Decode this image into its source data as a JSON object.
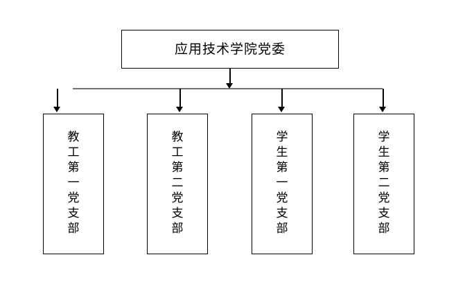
{
  "diagram": {
    "type": "org-chart",
    "orientation": "top-down",
    "background_color": "#ffffff",
    "line_color": "#000000",
    "bus_line_color": "#6f6f6f",
    "root": {
      "label": "应用技术学院党委",
      "text_orientation": "horizontal"
    },
    "children": [
      {
        "label": "教工第一党支部",
        "text_orientation": "vertical",
        "chars": [
          "教",
          "工",
          "第",
          "一",
          "党",
          "支",
          "部"
        ]
      },
      {
        "label": "教工第二党支部",
        "text_orientation": "vertical",
        "chars": [
          "教",
          "工",
          "第",
          "二",
          "党",
          "支",
          "部"
        ]
      },
      {
        "label": "学生第一党支部",
        "text_orientation": "vertical",
        "chars": [
          "学",
          "生",
          "第",
          "一",
          "党",
          "支",
          "部"
        ]
      },
      {
        "label": "学生第二党支部",
        "text_orientation": "vertical",
        "chars": [
          "学",
          "生",
          "第",
          "二",
          "党",
          "支",
          "部"
        ]
      }
    ]
  }
}
